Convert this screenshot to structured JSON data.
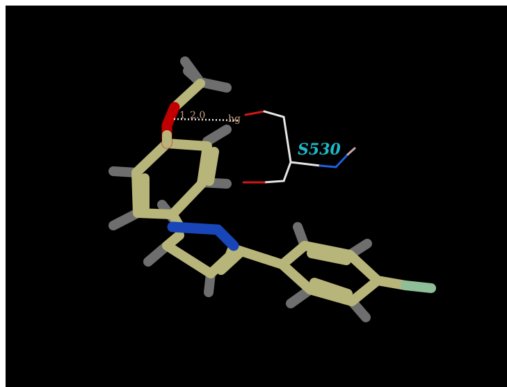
{
  "labels": {
    "residue": "S530",
    "hbond_distance": "2.0",
    "hbond_prefix": "1",
    "hbond_suffix": "hg"
  },
  "colors": {
    "background": "#000000",
    "carbon": "#b8b57a",
    "hydrogen": "#6e6e6e",
    "oxygen": "#c00000",
    "nitrogen": "#1846b8",
    "fluorine": "#8fbf98",
    "residue_label": "#20b8c8",
    "hbond_text": "#c8a080"
  }
}
